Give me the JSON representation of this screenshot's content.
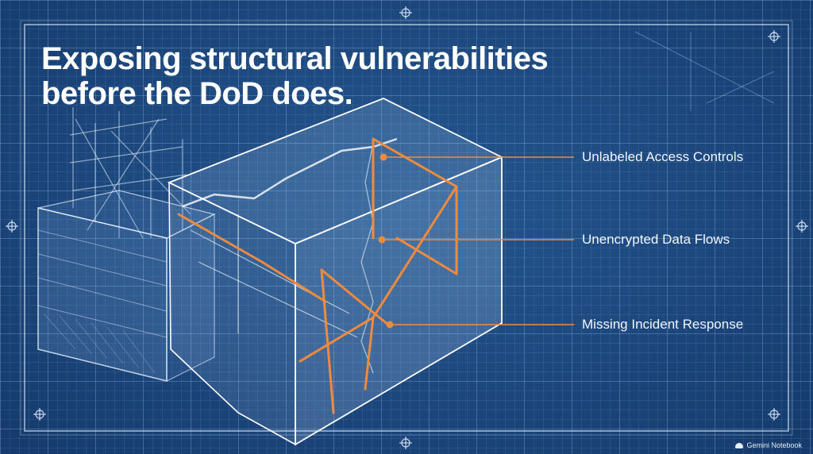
{
  "title": {
    "line1": "Exposing structural vulnerabilities",
    "line2": "before the DoD does."
  },
  "callouts": [
    {
      "label": "Unlabeled Access Controls"
    },
    {
      "label": "Unencrypted Data Flows"
    },
    {
      "label": "Missing Incident Response"
    }
  ],
  "watermark": {
    "text": "Gemini Notebook",
    "icon": "notebook-icon"
  },
  "colors": {
    "background": "#1d4a82",
    "accent_orange": "#f08a3c",
    "line_white": "#ffffff"
  }
}
